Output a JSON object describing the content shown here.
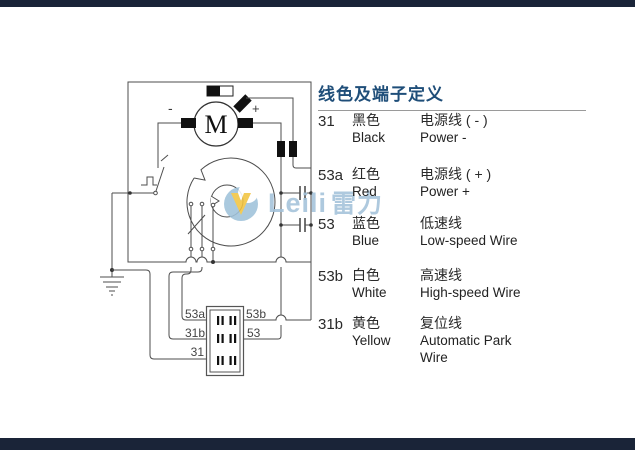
{
  "page": {
    "background": "#ffffff",
    "top_bar_color": "#1a2438",
    "bottom_bar_color": "#1a2438"
  },
  "watermark": {
    "brand_latin": "Leili",
    "brand_cn": "雷力",
    "text_color": "#a3c2da",
    "logo_blue": "#9fc2da",
    "logo_yellow": "#f2c440"
  },
  "legend": {
    "title": "线色及端子定义",
    "title_color": "#1f4e79",
    "rows": [
      {
        "terminal": "31",
        "color_cn": "黑色",
        "color_en": "Black",
        "desc_cn": "电源线 ( - )",
        "desc_en": "Power -"
      },
      {
        "terminal": "53a",
        "color_cn": "红色",
        "color_en": "Red",
        "desc_cn": "电源线 ( + )",
        "desc_en": "Power +"
      },
      {
        "terminal": "53",
        "color_cn": "蓝色",
        "color_en": "Blue",
        "desc_cn": "低速线",
        "desc_en": "Low-speed Wire"
      },
      {
        "terminal": "53b",
        "color_cn": "白色",
        "color_en": "White",
        "desc_cn": "高速线",
        "desc_en": "High-speed Wire"
      },
      {
        "terminal": "31b",
        "color_cn": "黄色",
        "color_en": "Yellow",
        "desc_cn": "复位线",
        "desc_en": "Automatic Park Wire"
      }
    ]
  },
  "diagram": {
    "motor_label": "M",
    "plus_label": "+",
    "minus_label": "-",
    "connector_labels": [
      "53a",
      "53b",
      "31b",
      "53",
      "31"
    ],
    "wire_color": "#4d4d4d"
  }
}
